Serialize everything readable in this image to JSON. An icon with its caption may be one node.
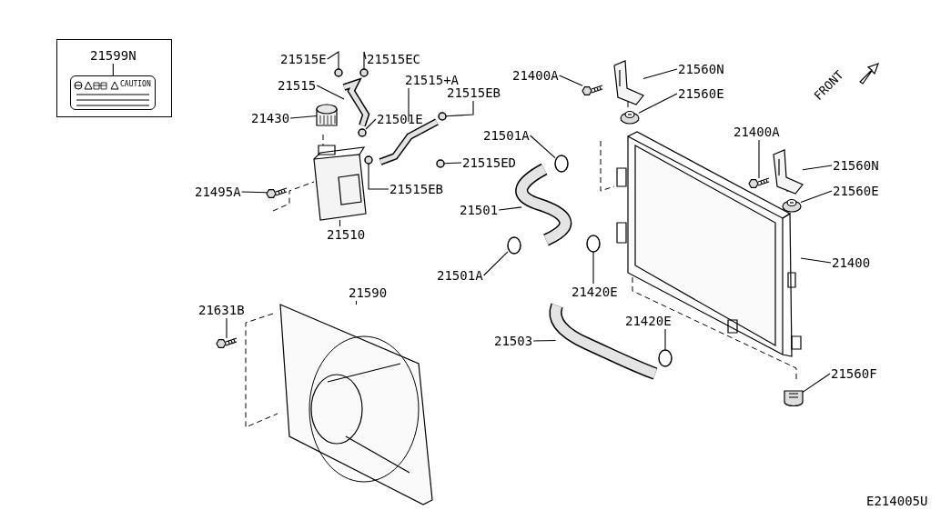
{
  "diagram": {
    "nodes": [
      {
        "text": [
          "21599N"
        ]
      },
      {
        "text": [
          "CAUTION"
        ],
        "in": 0
      },
      {
        "text": [
          "21515E"
        ]
      },
      {
        "text": [
          "21515EC"
        ]
      },
      {
        "text": [
          "21515"
        ]
      },
      {
        "text": [
          "21430"
        ]
      },
      {
        "text": [
          "21501E"
        ]
      },
      {
        "text": [
          "21515+A"
        ]
      },
      {
        "text": [
          "21515EB"
        ]
      },
      {
        "text": [
          "21515ED"
        ]
      },
      {
        "text": [
          "21515EB"
        ]
      },
      {
        "text": [
          "21495A"
        ]
      },
      {
        "text": [
          "21510"
        ]
      },
      {
        "text": [
          "21400A"
        ]
      },
      {
        "text": [
          "21560N"
        ]
      },
      {
        "text": [
          "21560E"
        ]
      },
      {
        "text": [
          "21501A"
        ]
      },
      {
        "text": [
          "21501"
        ]
      },
      {
        "text": [
          "21501A"
        ]
      },
      {
        "text": [
          "21420E"
        ]
      },
      {
        "text": [
          "21503"
        ]
      },
      {
        "text": [
          "21420E"
        ]
      },
      {
        "text": [
          "21400A"
        ]
      },
      {
        "text": [
          "21560N"
        ]
      },
      {
        "text": [
          "21560E"
        ]
      },
      {
        "text": [
          "21400"
        ]
      },
      {
        "text": [
          "21560F"
        ]
      },
      {
        "text": [
          "21631B"
        ]
      },
      {
        "text": [
          "21590"
        ]
      },
      {
        "text": [],
        "shape": "picture"
      },
      {
        "text": [],
        "shape": "picture"
      },
      {
        "text": [],
        "shape": "picture"
      },
      {
        "text": [],
        "shape": "circle"
      },
      {
        "text": [],
        "shape": "picture"
      },
      {
        "text": [],
        "shape": "picture"
      },
      {
        "text": [],
        "shape": "picture"
      },
      {
        "text": [],
        "shape": "circle"
      },
      {
        "text": [],
        "shape": "circle"
      },
      {
        "text": [],
        "shape": "circle"
      },
      {
        "text": [],
        "shape": "picture"
      },
      {
        "text": [],
        "shape": "circle"
      },
      {
        "text": [],
        "shape": "circle"
      },
      {
        "text": [],
        "shape": "circle"
      },
      {
        "text": [],
        "shape": "picture"
      },
      {
        "text": [],
        "shape": "circle"
      },
      {
        "text": [],
        "shape": "picture"
      },
      {
        "text": [],
        "shape": "circle"
      },
      {
        "text": [],
        "shape": "picture"
      },
      {
        "text": [],
        "shape": "picture"
      },
      {
        "text": [],
        "shape": "picture"
      },
      {
        "text": [],
        "shape": "circle"
      },
      {
        "text": [],
        "shape": "picture"
      },
      {
        "text": [],
        "shape": "picture"
      },
      {
        "text": [],
        "shape": "picture"
      },
      {
        "text": [],
        "shape": "picture"
      },
      {
        "text": [],
        "shape": "picture"
      }
    ],
    "edges": [
      {
        "from": 0,
        "to": 1,
        "arrow": "none"
      },
      {
        "from": 2,
        "to": 32,
        "arrow": "none"
      },
      {
        "from": 3,
        "to": 37,
        "arrow": "none"
      },
      {
        "from": 4,
        "to": 34,
        "arrow": "none"
      },
      {
        "from": 5,
        "to": 31,
        "arrow": "none"
      },
      {
        "from": 6,
        "to": 36,
        "arrow": "none"
      },
      {
        "from": 7,
        "to": 39,
        "arrow": "none"
      },
      {
        "from": 8,
        "to": 40,
        "arrow": "none"
      },
      {
        "from": 9,
        "to": 41,
        "arrow": "none"
      },
      {
        "from": 10,
        "to": 38,
        "arrow": "none"
      },
      {
        "from": 11,
        "to": 30,
        "arrow": "none"
      },
      {
        "from": 12,
        "to": 33,
        "arrow": "none"
      },
      {
        "from": 13,
        "to": 45,
        "arrow": "none"
      },
      {
        "from": 14,
        "to": 48,
        "arrow": "none"
      },
      {
        "from": 15,
        "to": 49,
        "arrow": "none"
      },
      {
        "from": 16,
        "to": 44,
        "arrow": "none"
      },
      {
        "from": 17,
        "to": 43,
        "arrow": "none"
      },
      {
        "from": 18,
        "to": 42,
        "arrow": "none"
      },
      {
        "from": 19,
        "to": 46,
        "arrow": "none"
      },
      {
        "from": 20,
        "to": 47,
        "arrow": "none"
      },
      {
        "from": 21,
        "to": 50,
        "arrow": "none"
      },
      {
        "from": 22,
        "to": 52,
        "arrow": "none"
      },
      {
        "from": 23,
        "to": 53,
        "arrow": "none"
      },
      {
        "from": 24,
        "to": 54,
        "arrow": "none"
      },
      {
        "from": 25,
        "to": 51,
        "arrow": "none"
      },
      {
        "from": 26,
        "to": 55,
        "arrow": "none"
      },
      {
        "from": 27,
        "to": 29,
        "arrow": "none"
      },
      {
        "from": 28,
        "to": 35,
        "arrow": "none"
      }
    ],
    "labels": [
      "FRONT",
      "E214005U"
    ]
  }
}
